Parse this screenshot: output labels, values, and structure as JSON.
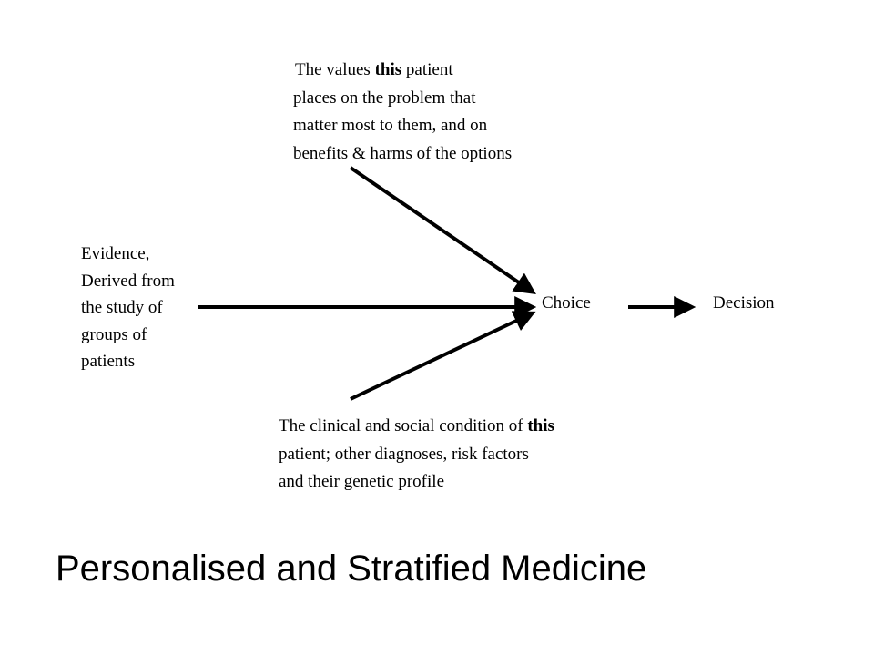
{
  "diagram": {
    "top_note": {
      "line1_pre": "The values ",
      "line1_bold": "this",
      "line1_post": " patient",
      "line2": "places on the problem that",
      "line3": "matter most to them, and on",
      "line4": "benefits & harms of the options"
    },
    "left_note": {
      "lines": [
        "Evidence,",
        "Derived from",
        "the study of",
        "groups of",
        "patients"
      ]
    },
    "bottom_note": {
      "line1_pre": "The clinical and social condition of ",
      "line1_bold": "this",
      "line2": "patient; other diagnoses, risk factors",
      "line3": "and their genetic profile"
    },
    "choice_label": "Choice",
    "decision_label": "Decision"
  },
  "slide": {
    "title": "Personalised and Stratified Medicine"
  },
  "colors": {
    "arrow": "#000000",
    "text": "#000000",
    "background": "#ffffff"
  }
}
